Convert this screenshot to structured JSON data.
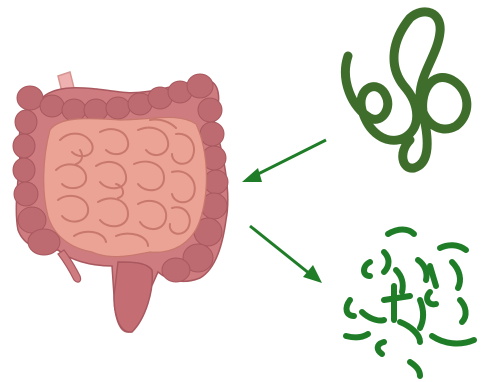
{
  "diagram": {
    "nodes": [
      {
        "id": "intestine",
        "icon": "intestine-icon"
      },
      {
        "id": "long-strand",
        "icon": "long-strand-icon"
      },
      {
        "id": "fragments",
        "icon": "fragments-icon"
      }
    ],
    "edges": [
      {
        "from": "long-strand",
        "to": "intestine",
        "icon": "arrow-left-icon"
      },
      {
        "from": "intestine",
        "to": "fragments",
        "icon": "arrow-down-right-icon"
      }
    ],
    "colors": {
      "colon": "#cf7c80",
      "colon_haustra": "#bd6b70",
      "colon_outline": "#a8585e",
      "small_intestine": "#eaa395",
      "small_intestine_fold": "#c8786c",
      "esophagus_stub": "#f0b2b0",
      "strand_green": "#3f6e2c",
      "fragment_green": "#1f7d28",
      "arrow_green": "#1f7d28",
      "background": "#ffffff"
    }
  }
}
